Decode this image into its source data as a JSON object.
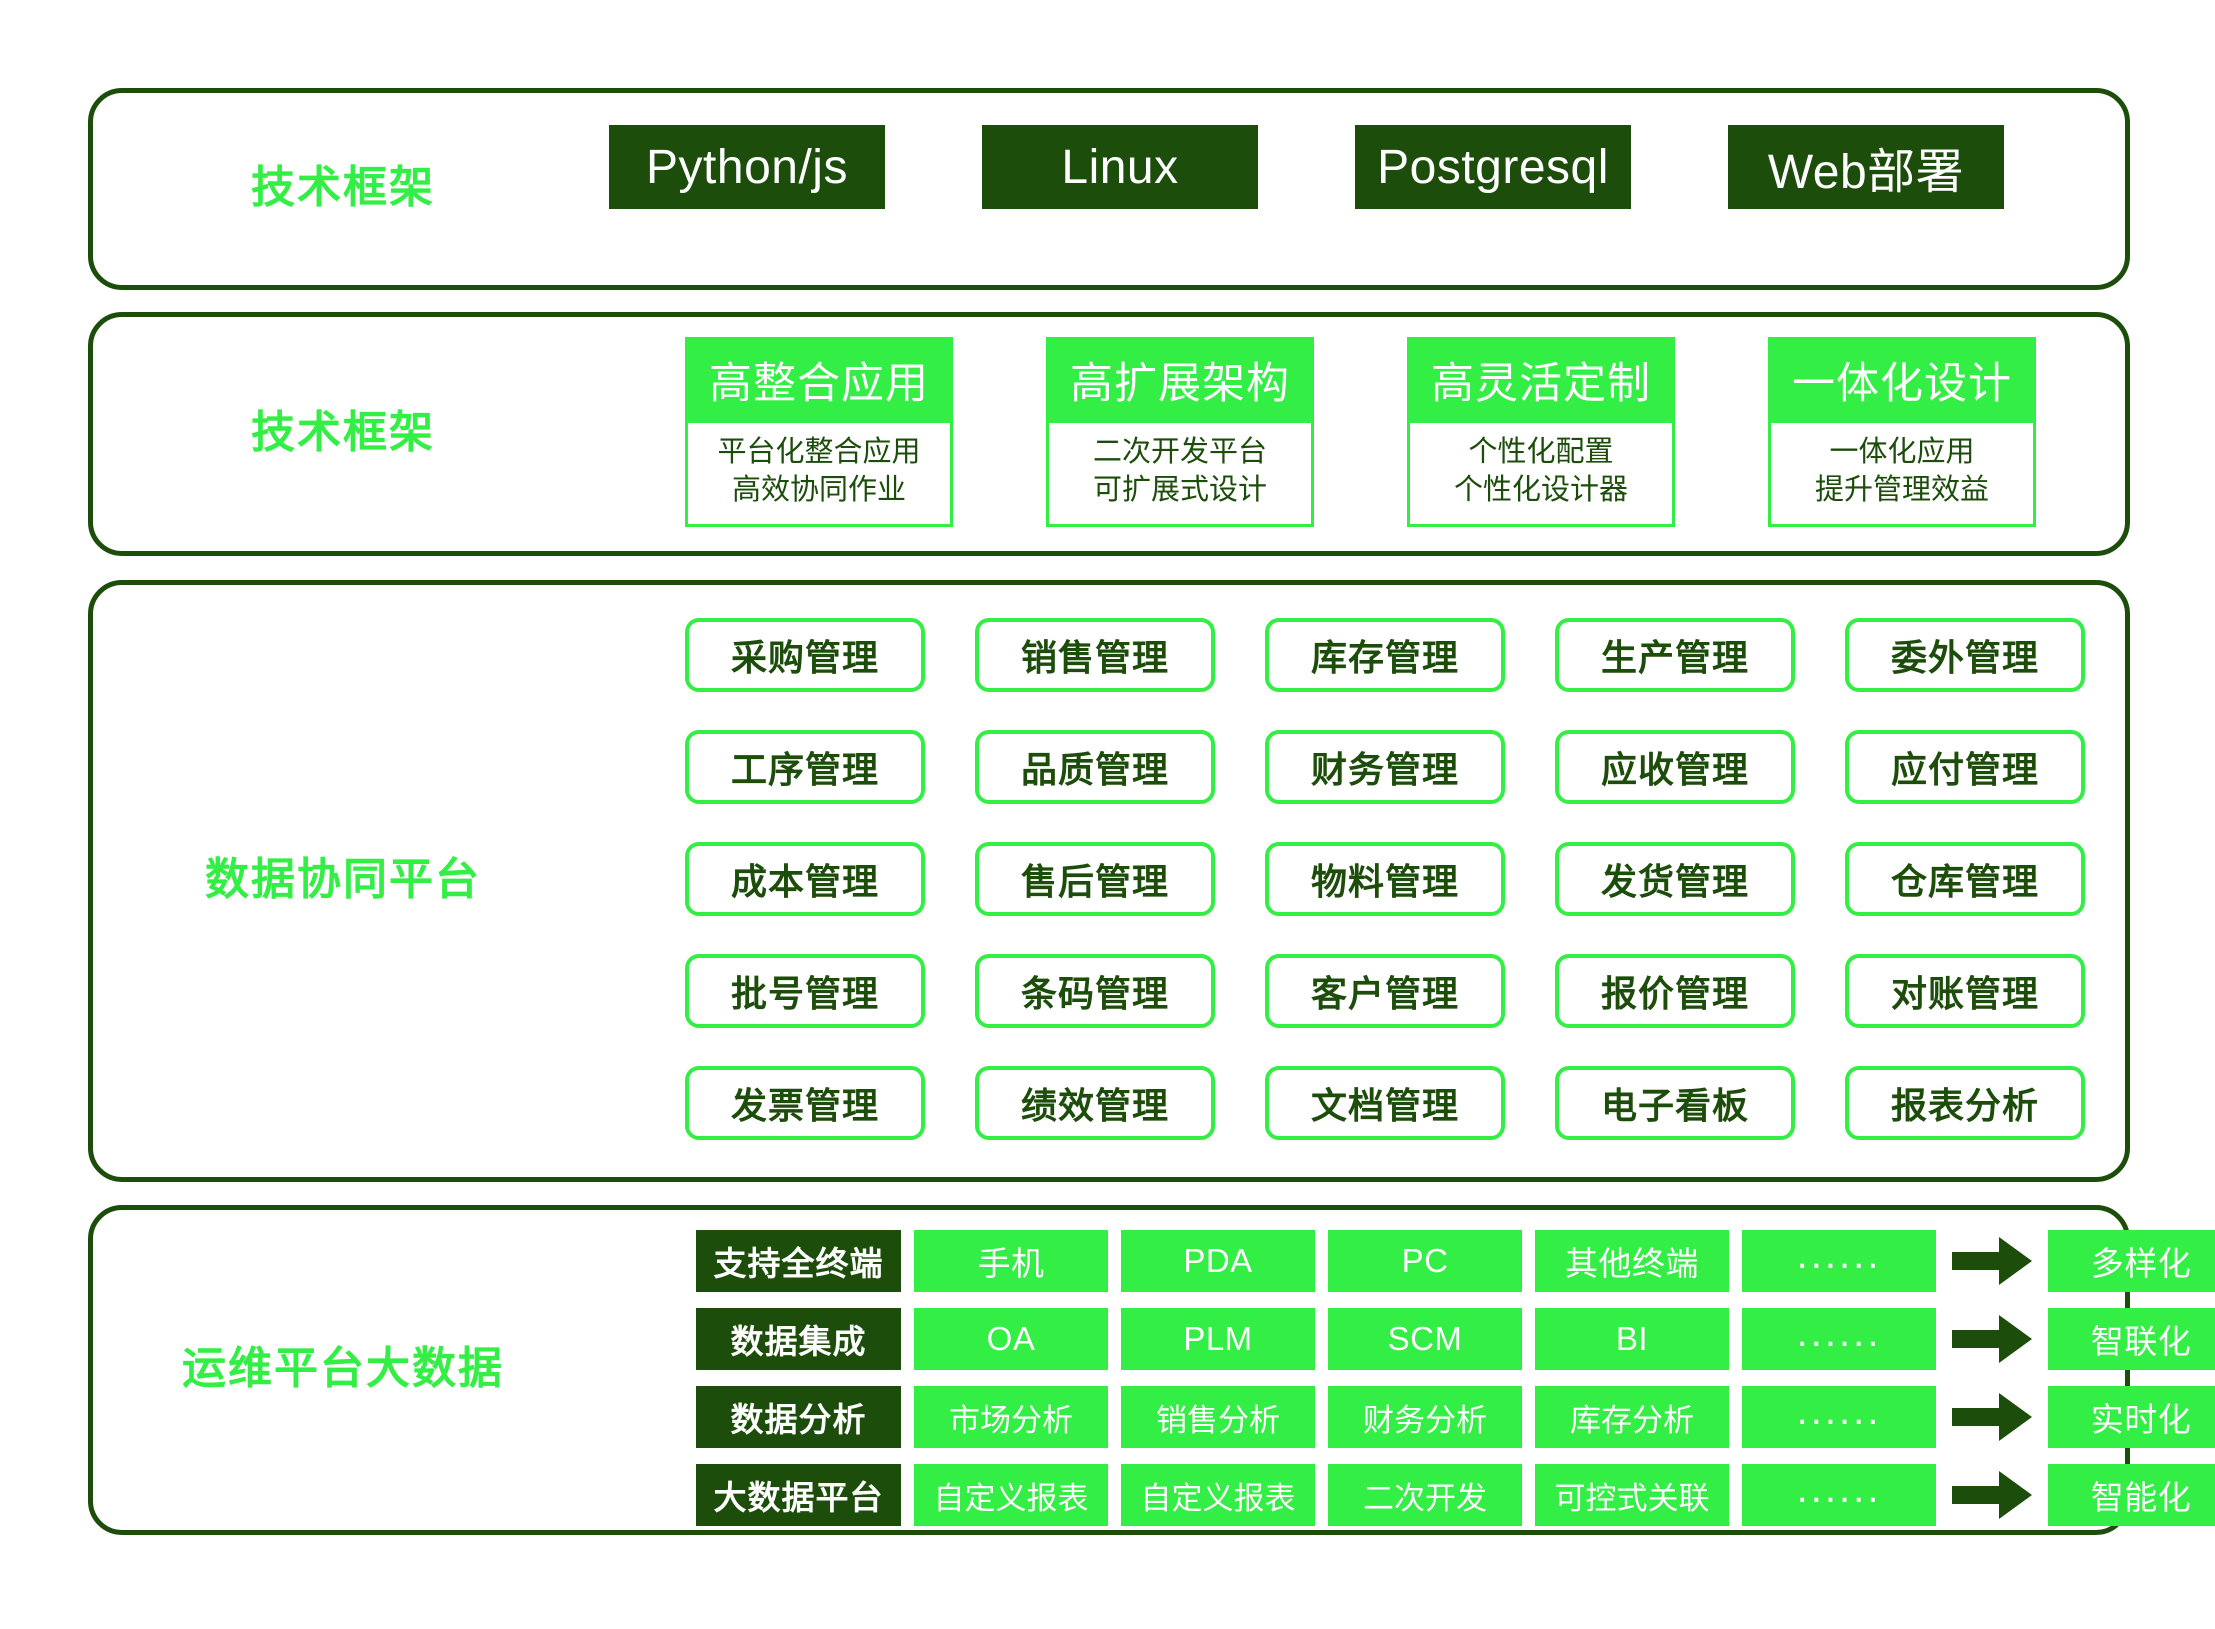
{
  "colors": {
    "bright_green": "#33ee44",
    "dark_green": "#1d4d0b",
    "white": "#ffffff"
  },
  "sections": {
    "tech_stack": {
      "label": "技术框架",
      "tags": [
        "Python/js",
        "Linux",
        "Postgresql",
        "Web部署"
      ]
    },
    "tech_framework": {
      "label": "技术框架",
      "cards": [
        {
          "title": "高整合应用",
          "line1": "平台化整合应用",
          "line2": "高效协同作业"
        },
        {
          "title": "高扩展架构",
          "line1": "二次开发平台",
          "line2": "可扩展式设计"
        },
        {
          "title": "高灵活定制",
          "line1": "个性化配置",
          "line2": "个性化设计器"
        },
        {
          "title": "一体化设计",
          "line1": "一体化应用",
          "line2": "提升管理效益"
        }
      ]
    },
    "data_platform": {
      "label": "数据协同平台",
      "modules": [
        "采购管理",
        "销售管理",
        "库存管理",
        "生产管理",
        "委外管理",
        "工序管理",
        "品质管理",
        "财务管理",
        "应收管理",
        "应付管理",
        "成本管理",
        "售后管理",
        "物料管理",
        "发货管理",
        "仓库管理",
        "批号管理",
        "条码管理",
        "客户管理",
        "报价管理",
        "对账管理",
        "发票管理",
        "绩效管理",
        "文档管理",
        "电子看板",
        "报表分析"
      ]
    },
    "ops_bigdata": {
      "label": "运维平台大数据",
      "dots_label": "......",
      "rows": [
        {
          "head": "支持全终端",
          "cells": [
            "手机",
            "PDA",
            "PC",
            "其他终端"
          ],
          "result": "多样化"
        },
        {
          "head": "数据集成",
          "cells": [
            "OA",
            "PLM",
            "SCM",
            "BI"
          ],
          "result": "智联化"
        },
        {
          "head": "数据分析",
          "cells": [
            "市场分析",
            "销售分析",
            "财务分析",
            "库存分析"
          ],
          "result": "实时化"
        },
        {
          "head": "大数据平台",
          "cells": [
            "自定义报表",
            "自定义报表",
            "二次开发",
            "可控式关联"
          ],
          "result": "智能化"
        }
      ]
    }
  }
}
